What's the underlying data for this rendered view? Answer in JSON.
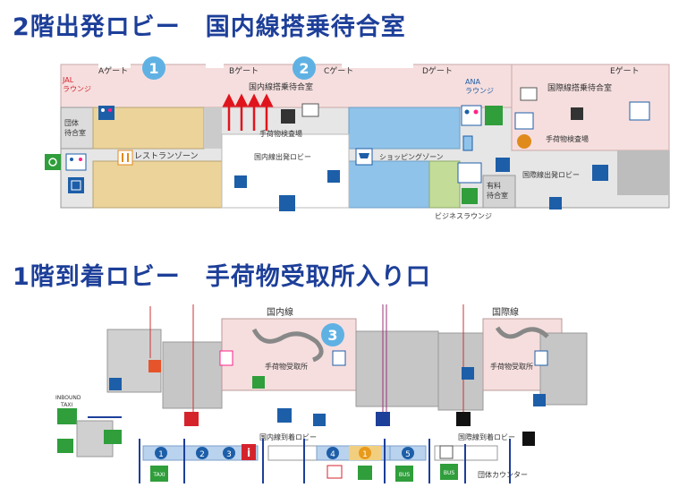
{
  "floor2": {
    "title": "2階出発ロビー　国内線搭乗待合室",
    "gates": {
      "a": "Aゲート",
      "b": "Bゲート",
      "c": "Cゲート",
      "d": "Dゲート",
      "e": "Eゲート"
    },
    "jal_lounge": {
      "line1": "JAL",
      "line2": "ラウンジ"
    },
    "ana_lounge": {
      "line1": "ANA",
      "line2": "ラウンジ"
    },
    "domestic_waiting": "国内線搭乗待合室",
    "international_waiting": "国際線搭乗待合室",
    "group_waiting": {
      "line1": "団体",
      "line2": "待合室"
    },
    "baggage_inspection": "手荷物検査場",
    "intl_baggage_inspection": "手荷物検査場",
    "restaurant_zone": "レストランゾーン",
    "domestic_departure_lobby": "国内線出発ロビー",
    "shopping_zone": "ショッピングゾーン",
    "paid_waiting": {
      "line1": "有料",
      "line2": "待合室"
    },
    "business_lounge": "ビジネスラウンジ",
    "intl_departure_lobby": "国際線出発ロビー",
    "markers": [
      "1",
      "2"
    ]
  },
  "floor1": {
    "title": "1階到着ロビー　手荷物受取所入り口",
    "domestic": "国内線",
    "international": "国際線",
    "baggage_claim": "手荷物受取所",
    "intl_baggage_claim": "手荷物受取所",
    "domestic_arrival_lobby": "国内線到着ロビー",
    "intl_arrival_lobby": "国際線到着ロビー",
    "group_counter": "団体カウンター",
    "inbound_taxi": {
      "line1": "INBOUND",
      "line2": "TAXI"
    },
    "marker": "3",
    "exits": [
      "1",
      "2",
      "3",
      "4",
      "1",
      "5"
    ],
    "taxi": "TAXI",
    "bus": "BUS",
    "info": "i"
  },
  "colors": {
    "title": "#1d3f99",
    "pink_area": "#f6dede",
    "gray_area": "#cbcbcb",
    "restaurant": "#ecd39a",
    "shopping": "#8fc3ea",
    "paid_lounge": "#c3dd99",
    "marker": "#5fb1e3",
    "sign_blue": "#1d5ea8",
    "sign_green": "#2f9e3b",
    "arrow_red": "#e0141d",
    "lounge_red": "#d5232c",
    "lounge_blue": "#1d5ea8"
  }
}
